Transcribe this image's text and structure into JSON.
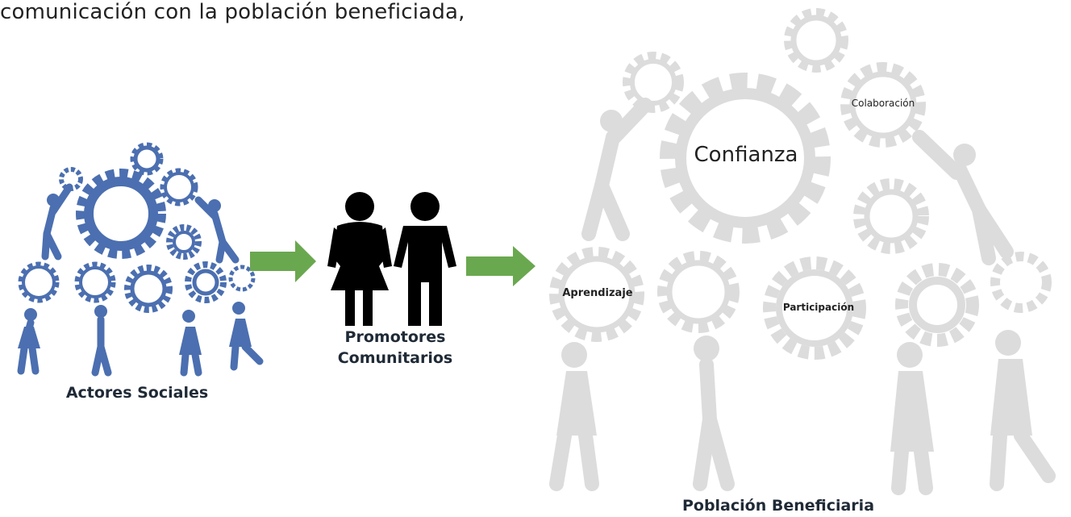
{
  "intro_text": "comunicación con la población beneficiada,",
  "groups": {
    "actors": {
      "caption": "Actores Sociales",
      "color": "#4b6fb0"
    },
    "promoters": {
      "caption_line1": "Promotores",
      "caption_line2": "Comunitarios",
      "color": "#000000"
    },
    "population": {
      "caption": "Población Beneficiaria",
      "color": "#dcdcdc"
    }
  },
  "gear_labels": {
    "confianza": "Confianza",
    "colaboracion": "Colaboración",
    "aprendizaje": "Aprendizaje",
    "participacion": "Participación"
  },
  "arrows": {
    "color": "#6aa84f"
  }
}
